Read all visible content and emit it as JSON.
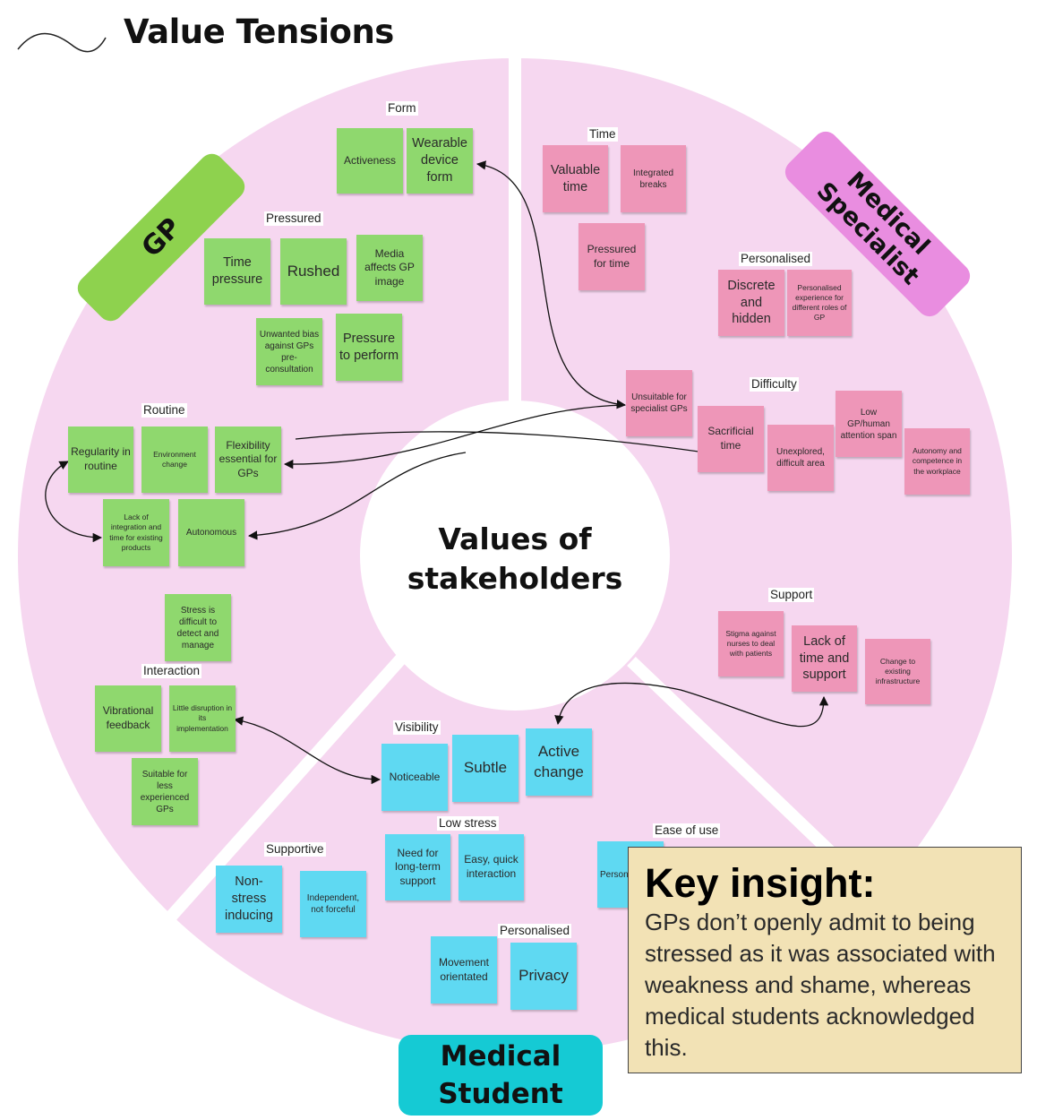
{
  "title": "Value Tensions",
  "center": {
    "line1": "Values of",
    "line2": "stakeholders"
  },
  "badges": {
    "gp": "GP",
    "specialist_l1": "Medical",
    "specialist_l2": "Specialist",
    "student_l1": "Medical",
    "student_l2": "Student"
  },
  "colors": {
    "ring": "#f6d7f0",
    "gp": "#8ed24e",
    "specialist": "#e98de0",
    "student": "#15cad4",
    "green_note": "#8fd86e",
    "pink_note": "#ee96b8",
    "blue_note": "#5fd9f2",
    "insight_bg": "#f2e2b5"
  },
  "categories": {
    "form": "Form",
    "pressured": "Pressured",
    "routine": "Routine",
    "interaction": "Interaction",
    "time": "Time",
    "personalised_ms": "Personalised",
    "difficulty": "Difficulty",
    "support": "Support",
    "visibility": "Visibility",
    "low_stress": "Low stress",
    "ease_of_use": "Ease of use",
    "supportive": "Supportive",
    "personalised_st": "Personalised"
  },
  "notes": {
    "activeness": "Activeness",
    "wearable": "Wearable device form",
    "time_pressure": "Time pressure",
    "rushed": "Rushed",
    "media": "Media affects GP image",
    "unwanted_bias": "Unwanted bias against GPs pre-consultation",
    "pressure_perform": "Pressure to perform",
    "regularity": "Regularity in routine",
    "env_change": "Environment change",
    "flexibility": "Flexibility essential for GPs",
    "lack_integration": "Lack of integration and time for existing products",
    "autonomous": "Autonomous",
    "stress_difficult": "Stress is difficult to detect and manage",
    "vibrational": "Vibrational feedback",
    "little_disruption": "Little disruption in its implementation",
    "suitable": "Suitable for less experienced GPs",
    "valuable_time": "Valuable time",
    "integrated_breaks": "Integrated breaks",
    "pressured_time": "Pressured for time",
    "discrete": "Discrete and hidden",
    "personalised_exp": "Personalised experience for different roles of GP",
    "unsuitable": "Unsuitable for specialist GPs",
    "sacrificial": "Sacrificial time",
    "unexplored": "Unexplored, difficult area",
    "low_attention": "Low GP/human attention span",
    "autonomy_comp": "Autonomy and competence in the workplace",
    "stigma": "Stigma against nurses to deal with patients",
    "lack_time_support": "Lack of time and support",
    "change_infra": "Change to existing infrastructure",
    "noticeable": "Noticeable",
    "subtle": "Subtle",
    "active_change": "Active change",
    "need_longterm": "Need for long-term support",
    "easy_quick": "Easy, quick interaction",
    "person_partial": "Person to th",
    "non_stress": "Non-stress inducing",
    "independent": "Independent, not forceful",
    "movement": "Movement orientated",
    "privacy": "Privacy"
  },
  "insight": {
    "title": "Key insight:",
    "body": "GPs don’t openly admit to being stressed as it was associated with weakness and shame, whereas medical students acknowledged this."
  }
}
